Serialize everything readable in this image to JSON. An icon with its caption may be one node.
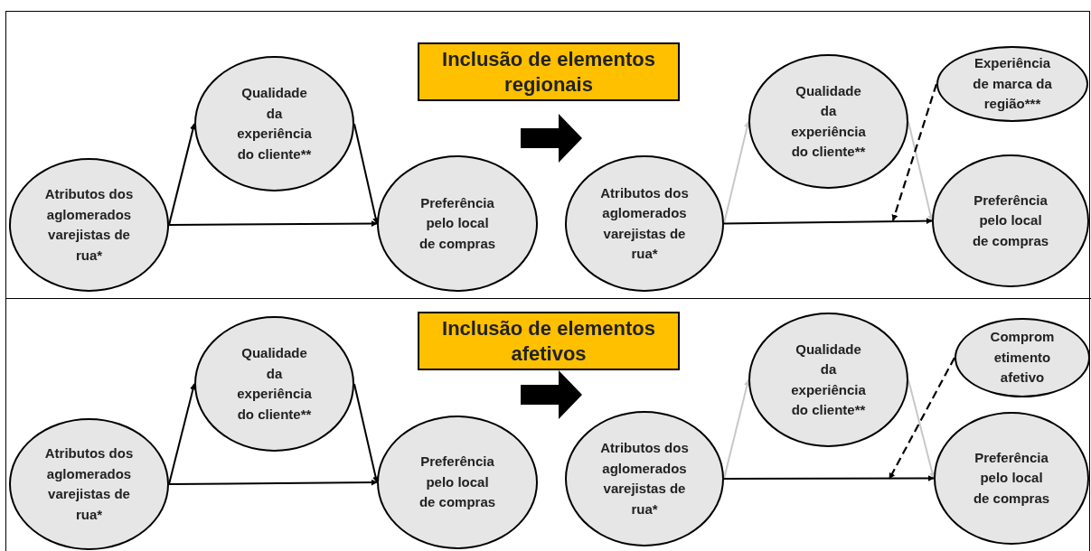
{
  "diagram": {
    "nodes": [
      {
        "text": [
          "Atributos dos aglomerados varejistas de rua*"
        ]
      },
      {
        "text": [
          "Qualidade da experiência do cliente**"
        ]
      },
      {
        "text": [
          "Preferência pelo local de compras"
        ]
      },
      {
        "text": [
          "Inclusão de elementos regionais"
        ]
      },
      {
        "text": [
          "Atributos dos aglomerados varejistas de rua*"
        ]
      },
      {
        "text": [
          "Qualidade da experiência do cliente**"
        ]
      },
      {
        "text": [
          "Experiência de marca da região***"
        ]
      },
      {
        "text": [
          "Preferência pelo local de compras"
        ]
      },
      {
        "text": [
          "Atributos dos aglomerados varejistas de rua*"
        ]
      },
      {
        "text": [
          "Qualidade da experiência do cliente**"
        ]
      },
      {
        "text": [
          "Preferência pelo local de compras"
        ]
      },
      {
        "text": [
          "Inclusão de elementos afetivos"
        ]
      },
      {
        "text": [
          "Atributos dos aglomerados varejistas de rua*"
        ]
      },
      {
        "text": [
          "Qualidade da experiência do cliente**"
        ]
      },
      {
        "text": [
          "Comprom etimento afetivo"
        ]
      },
      {
        "text": [
          "Preferência pelo local de compras"
        ]
      }
    ],
    "edges": [
      {
        "from": 0,
        "to": 1,
        "arrow": "to"
      },
      {
        "from": 1,
        "to": 2,
        "arrow": "to"
      },
      {
        "from": 0,
        "to": 2,
        "arrow": "to"
      },
      {
        "from": 4,
        "to": 5,
        "arrow": "to",
        "color": "#c8c8c8"
      },
      {
        "from": 5,
        "to": 7,
        "arrow": "to",
        "color": "#c8c8c8"
      },
      {
        "from": 4,
        "to": 7,
        "arrow": "to"
      },
      {
        "from": 6,
        "to": null,
        "arrow": "to",
        "style": "dashed"
      },
      {
        "from": 2,
        "to": 4,
        "arrow": "to",
        "style": "thick"
      },
      {
        "from": 8,
        "to": 9,
        "arrow": "to"
      },
      {
        "from": 9,
        "to": 10,
        "arrow": "to"
      },
      {
        "from": 8,
        "to": 10,
        "arrow": "to"
      },
      {
        "from": 12,
        "to": 13,
        "arrow": "to",
        "color": "#c8c8c8"
      },
      {
        "from": 13,
        "to": 15,
        "arrow": "to",
        "color": "#c8c8c8"
      },
      {
        "from": 12,
        "to": 15,
        "arrow": "to"
      },
      {
        "from": 14,
        "to": null,
        "arrow": "to",
        "style": "dashed"
      },
      {
        "from": 10,
        "to": 12,
        "arrow": "to",
        "style": "thick"
      }
    ]
  }
}
